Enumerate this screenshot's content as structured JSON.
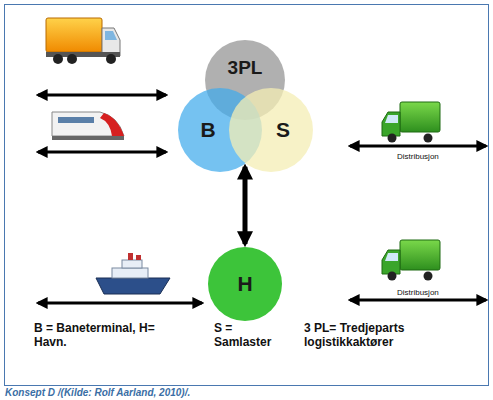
{
  "diagram": {
    "caption": "Konsept D /(Kilde: Rolf Aarland, 2010)/.",
    "nodes": [
      {
        "text": [
          "3PL"
        ]
      },
      {
        "text": [
          "B"
        ]
      },
      {
        "text": [
          "S"
        ]
      },
      {
        "text": [
          "H"
        ]
      }
    ],
    "edges": [
      {
        "from": 1,
        "to": 3,
        "arrow": "both"
      }
    ],
    "labels": [
      "Distribusjon",
      "Distribusjon",
      "B = Baneterminal, H= Havn.",
      "S = Samlaster",
      "3 PL= Tredjeparts logistikkaktører"
    ]
  }
}
